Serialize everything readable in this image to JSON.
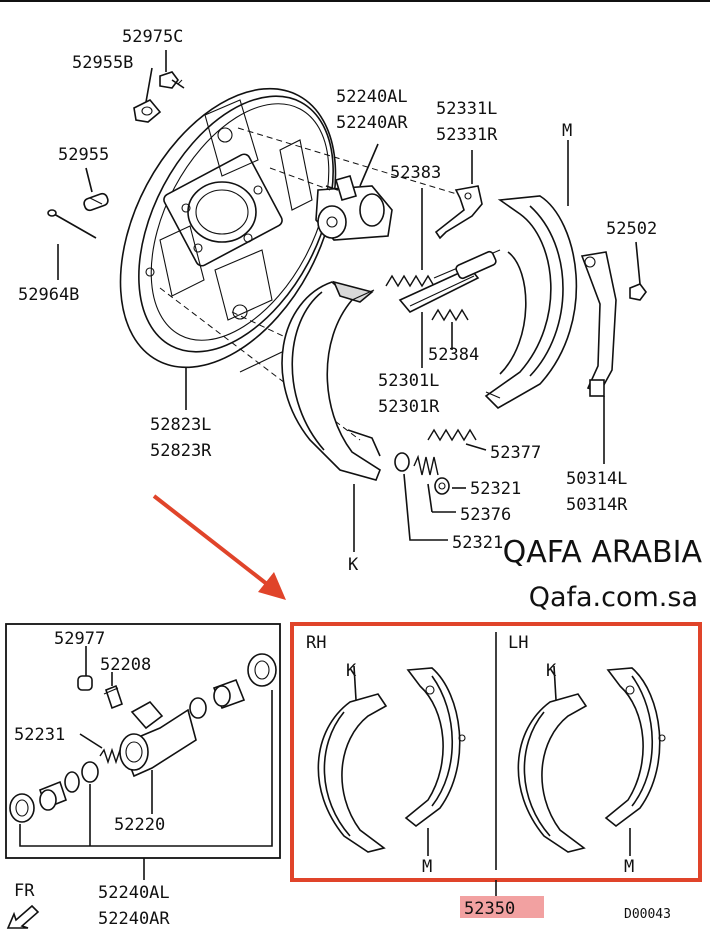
{
  "labels": {
    "p52975C": "52975C",
    "p52955B": "52955B",
    "p52955": "52955",
    "p52964B": "52964B",
    "p52240AL": "52240AL",
    "p52240AR": "52240AR",
    "p52331L": "52331L",
    "p52331R": "52331R",
    "pM": "M",
    "p52383": "52383",
    "p52502": "52502",
    "p52384": "52384",
    "p52301L": "52301L",
    "p52301R": "52301R",
    "p52823L": "52823L",
    "p52823R": "52823R",
    "p52377": "52377",
    "p50314L": "50314L",
    "p50314R": "50314R",
    "p52321a": "52321",
    "p52376": "52376",
    "p52321b": "52321",
    "pK": "K"
  },
  "watermark": {
    "line1": "QAFA ARABIA",
    "line2": "Qafa.com.sa"
  },
  "wheel_cylinder_box": {
    "p52977": "52977",
    "p52208": "52208",
    "p52231": "52231",
    "p52220": "52220",
    "p52240AL": "52240AL",
    "p52240AR": "52240AR",
    "fr": "FR"
  },
  "shoe_kit_box": {
    "rh": "RH",
    "lh": "LH",
    "k_rh": "K",
    "m_rh": "M",
    "k_lh": "K",
    "m_lh": "M",
    "part_no": "52350"
  },
  "diagram_code": "D00043",
  "colors": {
    "highlight_red": "#e0442a",
    "part_highlight": "#f2a1a1",
    "ink": "#111111"
  }
}
